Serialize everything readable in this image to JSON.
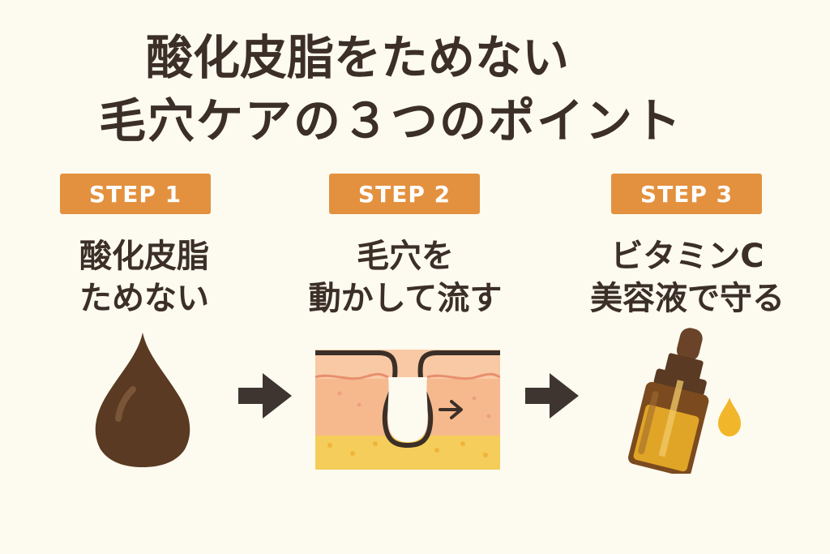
{
  "title": {
    "line1": "酸化皮脂をためない",
    "line2": "毛穴ケアの３つのポイント"
  },
  "steps": [
    {
      "badge": "STEP 1",
      "line1": "酸化皮脂",
      "line2": "ためない",
      "icon": "oil-drop-icon"
    },
    {
      "badge": "STEP 2",
      "line1": "毛穴を",
      "line2": "動かして流す",
      "icon": "pore-cross-section-icon"
    },
    {
      "badge": "STEP 3",
      "line1": "ビタミンC",
      "line2": "美容液で守る",
      "icon": "serum-dropper-bottle-icon"
    }
  ],
  "colors": {
    "background": "#fdfaf0",
    "badge": "#e3913f",
    "text": "#3b2f27",
    "arrow": "#3e3530",
    "drop": "#5a3a22",
    "skin": "#f6b98e",
    "fat_layer": "#f5cd5a",
    "serum": "#e0a526"
  }
}
